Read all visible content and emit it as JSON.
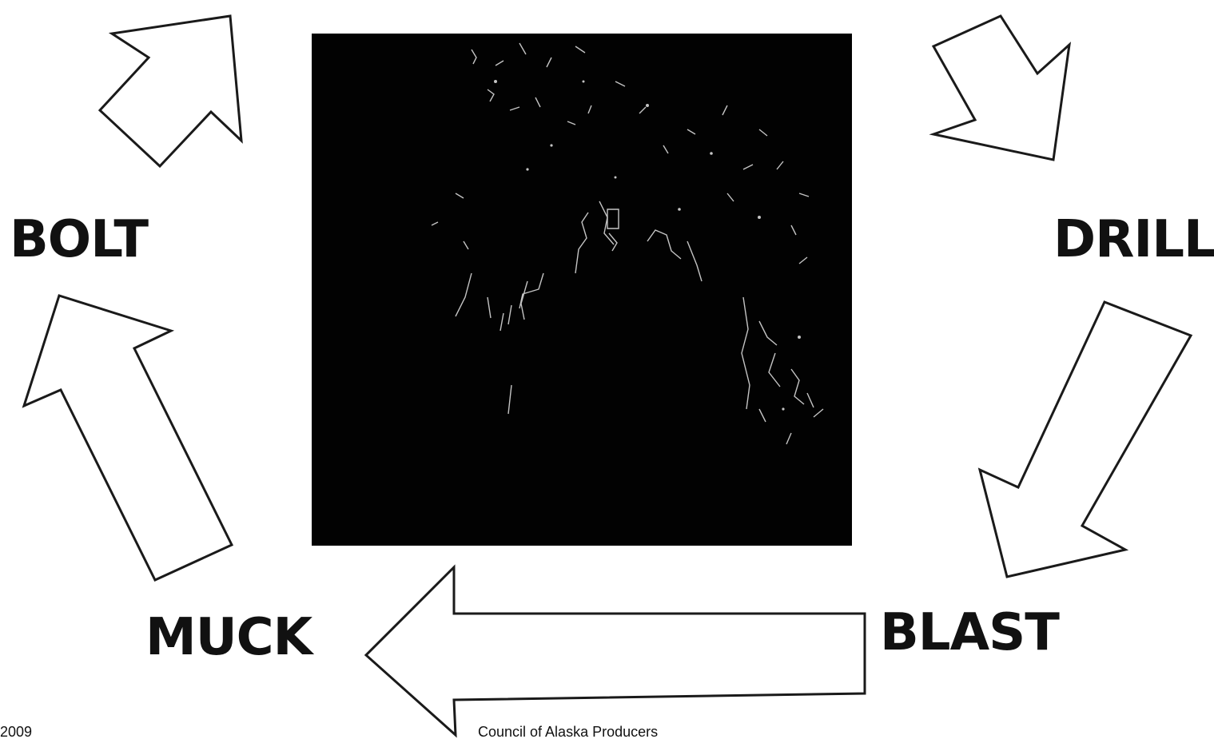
{
  "cycle": {
    "steps": [
      "DRILL",
      "BLAST",
      "MUCK",
      "BOLT"
    ]
  },
  "labels": {
    "bolt": "BOLT",
    "drill": "DRILL",
    "blast": "BLAST",
    "muck": "MUCK"
  },
  "footer": {
    "year": "2009",
    "organization": "Council of Alaska Producers"
  },
  "center_photo": {
    "description_icon": "mine-tunnel-photo"
  },
  "colors": {
    "text": "#111111",
    "arrow_fill": "#ffffff",
    "arrow_stroke": "#1a1a1a",
    "photo_background": "#020202"
  }
}
